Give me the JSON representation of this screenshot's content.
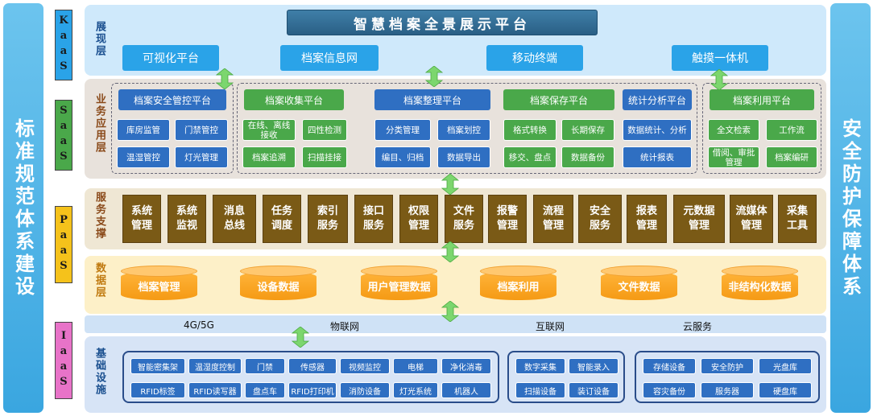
{
  "left_side": "标准规范体系建设",
  "right_side": "安全防护保障体系",
  "layer_tags": {
    "kaas": "KaaS",
    "saas": "SaaS",
    "paas": "PaaS",
    "iaas": "IaaS"
  },
  "presentation": {
    "name": "展现层",
    "title": "智慧档案全景展示平台",
    "items": [
      "可视化平台",
      "档案信息网",
      "移动终端",
      "触摸一体机"
    ]
  },
  "application": {
    "name": "业务应用层",
    "groups": [
      {
        "header": "档案安全管控平台",
        "items": [
          "库房监管",
          "门禁管控",
          "温湿管控",
          "灯光管理"
        ]
      },
      {
        "header": "档案收集平台",
        "items": [
          "在线、离线\n接收",
          "四性检测",
          "档案追溯",
          "扫描挂接"
        ]
      },
      {
        "header": "档案整理平台",
        "items": [
          "分类管理",
          "档案划控",
          "编目、归档",
          "数据导出"
        ]
      },
      {
        "header": "档案保存平台",
        "items": [
          "格式转换",
          "长期保存",
          "移交、盘点",
          "数据备份"
        ]
      },
      {
        "header": "统计分析平台",
        "items": [
          "数据统计、分析",
          "统计报表"
        ]
      },
      {
        "header": "档案利用平台",
        "items": [
          "全文检索",
          "工作流",
          "借阅、审批\n管理",
          "档案编研"
        ]
      }
    ]
  },
  "service": {
    "name": "服务支撑",
    "items": [
      "系统\n管理",
      "系统\n监视",
      "消息\n总线",
      "任务\n调度",
      "索引\n服务",
      "接口\n服务",
      "权限\n管理",
      "文件\n服务",
      "报警\n管理",
      "流程\n管理",
      "安全\n服务",
      "报表\n管理",
      "元数据\n管理",
      "流媒体\n管理",
      "采集\n工具"
    ]
  },
  "data_layer": {
    "name": "数据层",
    "items": [
      "档案管理",
      "设备数据",
      "用户管理数据",
      "档案利用",
      "文件数据",
      "非结构化数据"
    ]
  },
  "network": [
    "4G/5G",
    "物联网",
    "互联网",
    "云服务"
  ],
  "infrastructure": {
    "name": "基础设施",
    "group1": [
      "智能密集架",
      "温湿度控制",
      "门禁",
      "传感器",
      "视频监控",
      "电梯",
      "净化消毒",
      "RFID标签",
      "RFID读写器",
      "盘点车",
      "RFID打印机",
      "消防设备",
      "灯光系统",
      "机器人"
    ],
    "group2": [
      "数字采集",
      "智能录入",
      "扫描设备",
      "装订设备"
    ],
    "group3": [
      "存储设备",
      "安全防护",
      "光盘库",
      "容灾备份",
      "服务器",
      "硬盘库"
    ]
  },
  "colors": {
    "side": "#3aa6e0",
    "kaas_tag": "#2aa3e8",
    "saas_tag": "#4aa84a",
    "paas_tag": "#f5c21b",
    "iaas_tag": "#e873c8",
    "presentation_band": "#cfe9fb",
    "application_band": "#e8e2dc",
    "service_band": "#efe7d4",
    "data_band": "#fdf0c8",
    "network_band": "#cfe2f6",
    "infra_band": "#d7e4f6",
    "arrow": "#7cd66e"
  }
}
